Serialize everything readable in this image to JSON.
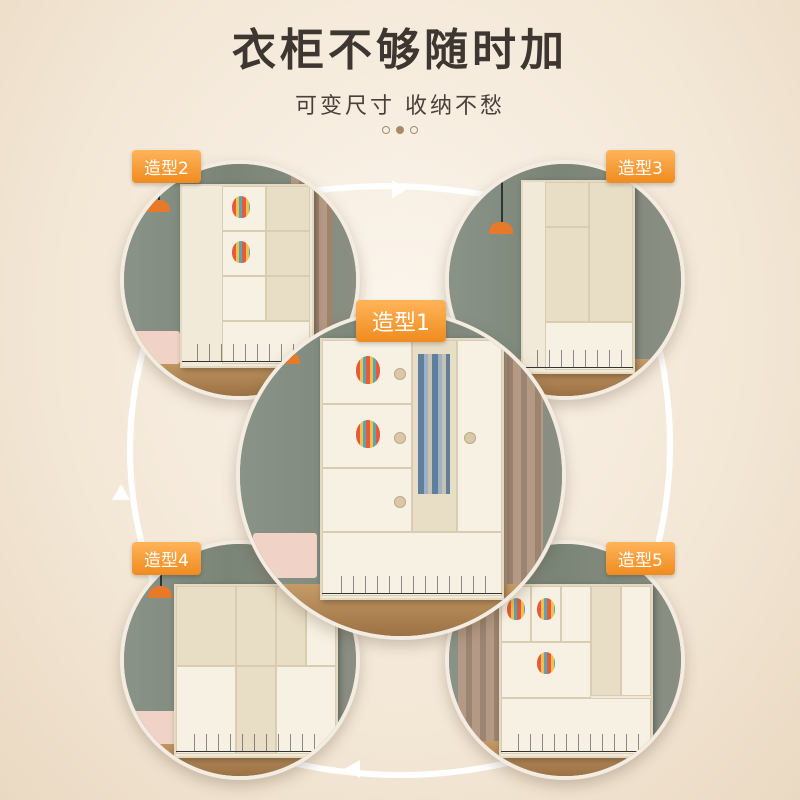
{
  "header": {
    "title": "衣柜不够随时加",
    "subtitle": "可变尺寸 收纳不愁"
  },
  "carousel": {
    "dot_count": 3,
    "active_dot": 1
  },
  "styles": [
    {
      "label": "造型1"
    },
    {
      "label": "造型2"
    },
    {
      "label": "造型3"
    },
    {
      "label": "造型4"
    },
    {
      "label": "造型5"
    }
  ],
  "colors": {
    "badge": "#f08b1f",
    "title": "#3e3630",
    "background": "#f3e7d6"
  }
}
